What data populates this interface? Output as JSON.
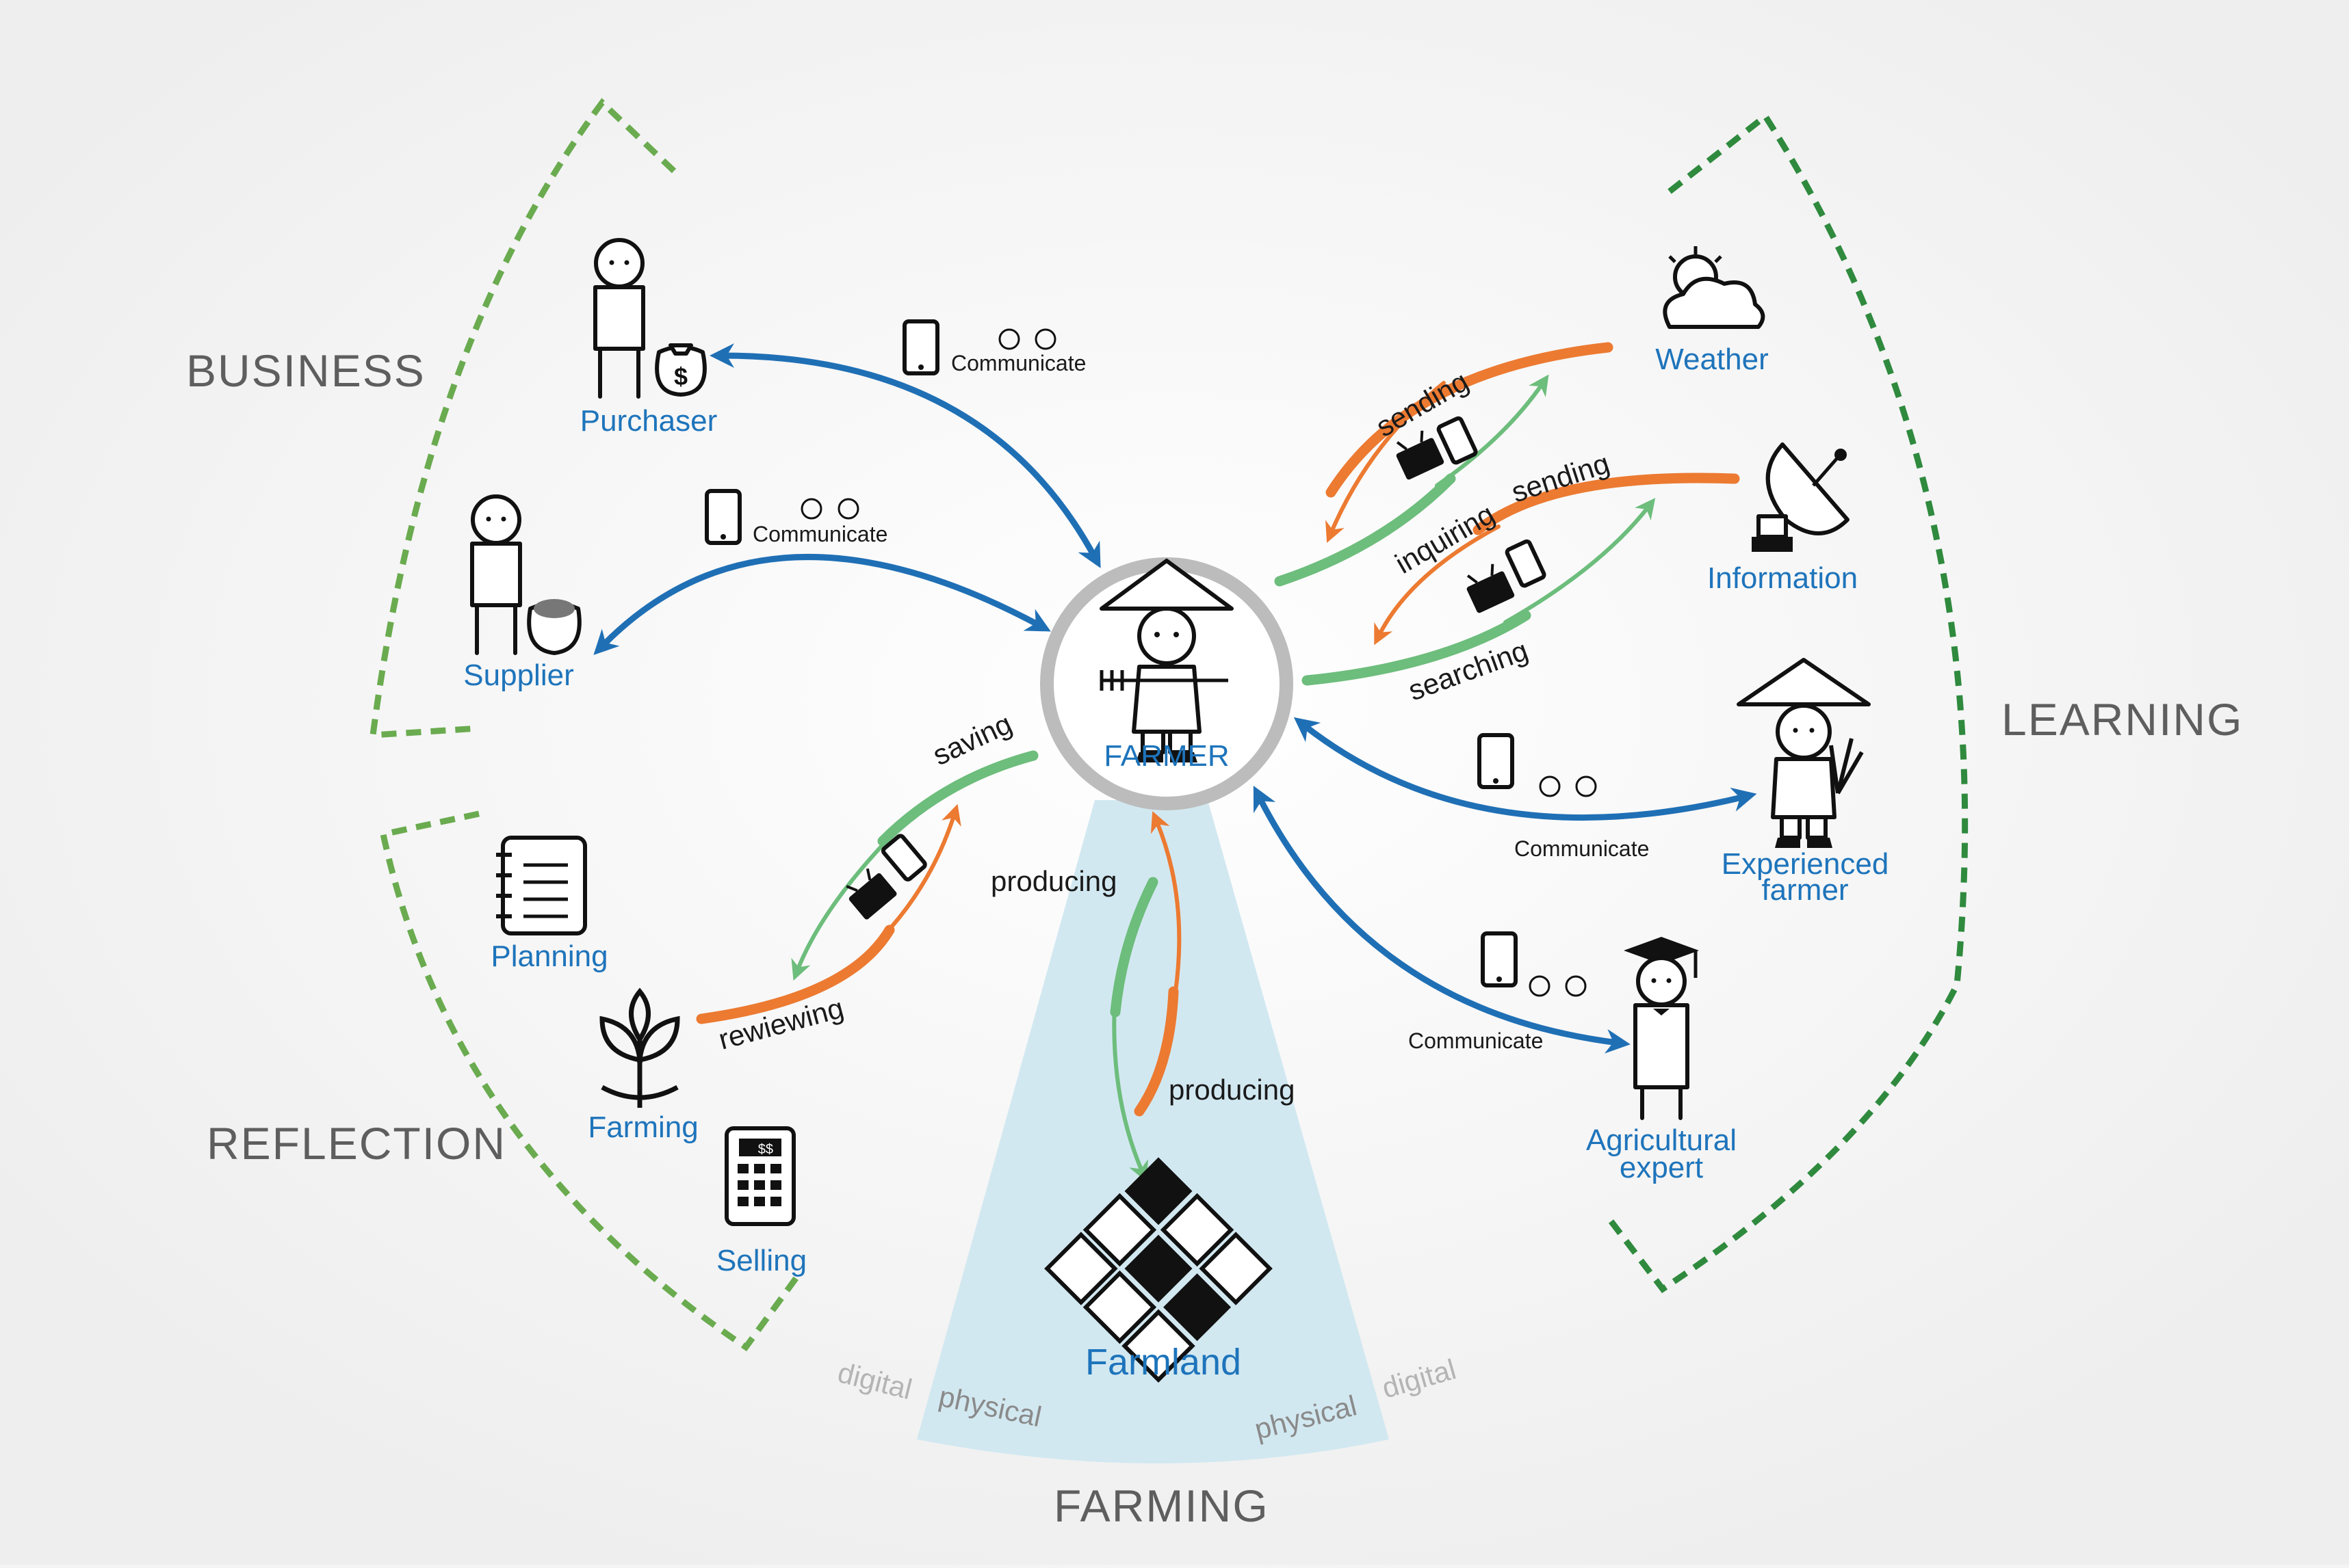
{
  "sections": {
    "business": "BUSINESS",
    "learning": "LEARNING",
    "reflection": "REFLECTION",
    "farming": "FARMING"
  },
  "center": {
    "label": "FARMER"
  },
  "nodes": {
    "purchaser": "Purchaser",
    "supplier": "Supplier",
    "weather": "Weather",
    "information": "Information",
    "experienced_farmer_line1": "Experienced",
    "experienced_farmer_line2": "farmer",
    "agricultural_expert_line1": "Agricultural",
    "agricultural_expert_line2": "expert",
    "planning": "Planning",
    "farming": "Farming",
    "selling": "Selling",
    "farmland": "Farmland"
  },
  "edge_labels": {
    "communicate": "Communicate",
    "sending": "sending",
    "inquiring": "inquiring",
    "searching": "searching",
    "saving": "saving",
    "reviewing": "rewiewing",
    "producing": "producing",
    "physical": "physical",
    "digital": "digital",
    "dollar": "$",
    "calc_display": "$$"
  },
  "colors": {
    "communication": "#1f6fb5",
    "inbound": "#ec7a31",
    "outbound": "#6dbd7c",
    "reflection_border": "#6aab4f",
    "learning_border": "#2f8a3e",
    "farming_zone": "#cfe6f0",
    "node_text": "#1e74bb"
  },
  "icons": [
    "phone-icon",
    "face-icon",
    "tv-icon",
    "money-bag-icon",
    "seed-sack-icon",
    "weather-icon",
    "satellite-dish-icon",
    "notebook-icon",
    "plant-icon",
    "calculator-icon",
    "farmland-grid-icon",
    "graduation-cap-icon",
    "farmer-hat-icon",
    "pitchfork-icon"
  ]
}
